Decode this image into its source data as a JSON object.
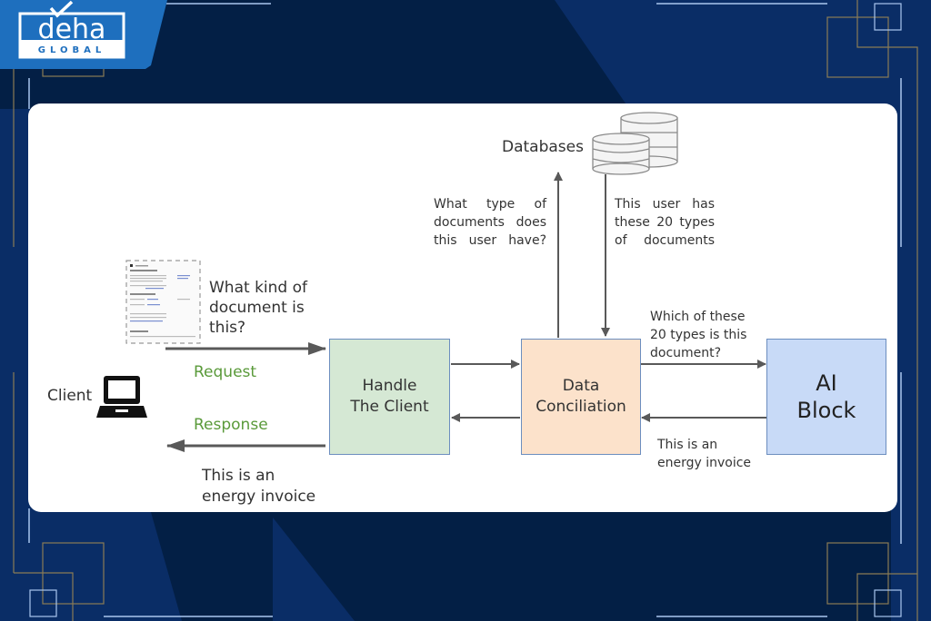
{
  "brand": {
    "name": "deha",
    "tagline": "GLOBAL"
  },
  "colors": {
    "background_navy": "#031f45",
    "background_navy_light": "#0a2d66",
    "logo_blue": "#1e6fbe",
    "accent_gold": "#8a7b55",
    "accent_light_blue": "#a9c6ee",
    "box_handle_client": "#d5e8d4",
    "box_data_conciliation": "#fce2cb",
    "box_ai_block": "#c8daf7",
    "arrow_gray": "#595959",
    "label_green": "#5a9a3a"
  },
  "diagram": {
    "client_label": "Client",
    "client_icon": "laptop-icon",
    "document_icon": "document-thumbnail-icon",
    "database_icon": "database-icon",
    "databases_label": "Databases",
    "nodes": {
      "handle_client": "Handle\nThe Client",
      "data_conciliation": "Data\nConciliation",
      "ai_block": "AI\nBlock"
    },
    "edges": {
      "client_question": "What kind of\ndocument  is\nthis?",
      "request": "Request",
      "response": "Response",
      "client_answer": "This is an\nenergy invoice",
      "db_query": "What type of\ndocuments does\nthis user have?",
      "db_answer": "This user has\nthese 20 types\nof documents",
      "ai_query": "Which of these\n20 types is this\ndocument?",
      "ai_answer": "This is an\nenergy invoice"
    }
  }
}
